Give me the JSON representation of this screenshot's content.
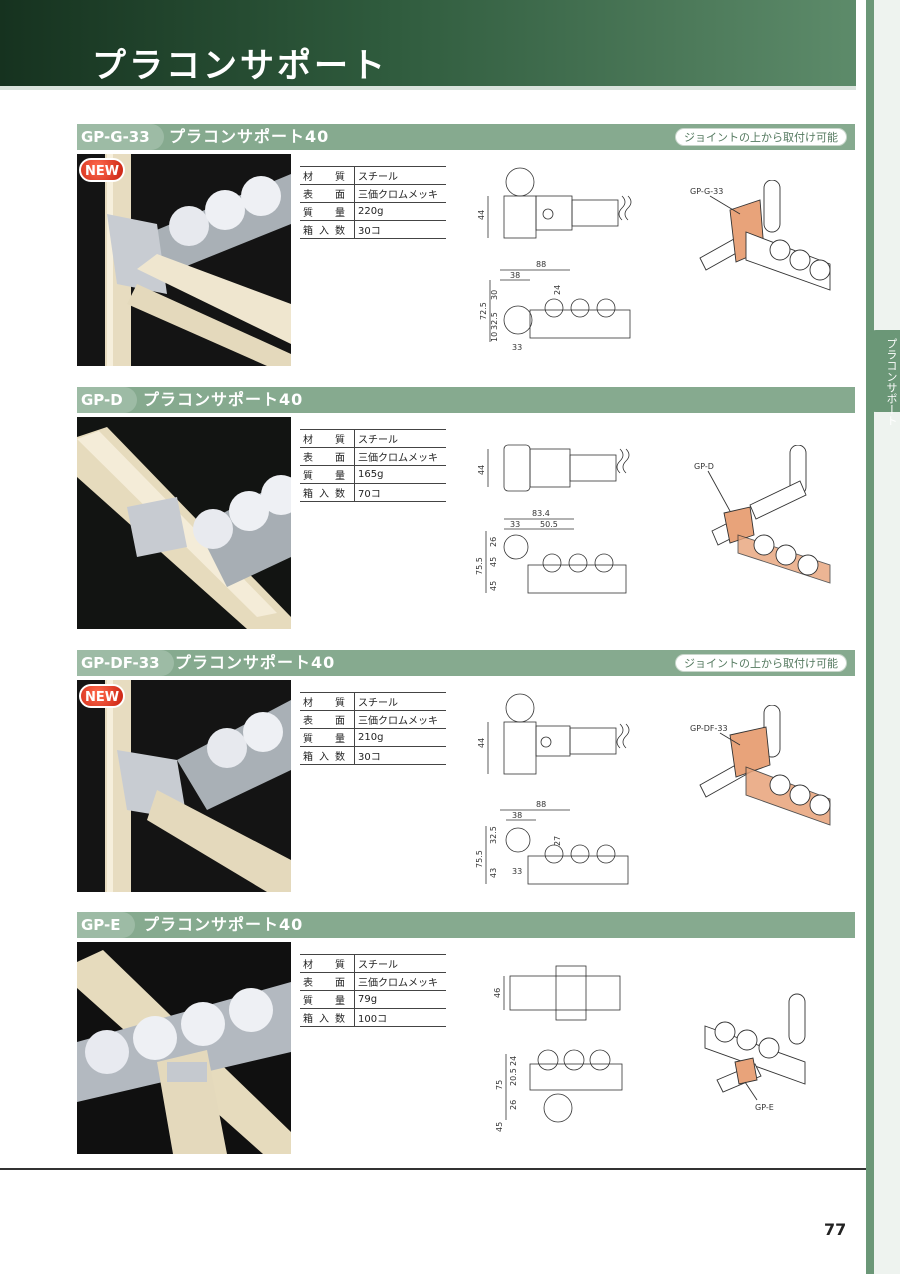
{
  "page": {
    "title": "プラコンサポート",
    "side_tab": "プラコンサポート",
    "page_number": "77"
  },
  "spec_labels": {
    "material": "材　質",
    "surface": "表　面",
    "weight": "質　量",
    "qty": "箱入数"
  },
  "sections": [
    {
      "code": "GP-G-33",
      "name": "プラコンサポート40",
      "note": "ジョイントの上から取付け可能",
      "badge": "NEW",
      "specs": {
        "material": "スチール",
        "surface": "三価クロムメッキ",
        "weight": "220g",
        "qty": "30コ"
      },
      "dims": {
        "h1": "44",
        "w_total": "88",
        "w_pipe": "38",
        "h_total": "72.5",
        "h_a": "30",
        "h_b": "32.5",
        "h_c": "10",
        "h_side": "24",
        "w_base": "33"
      },
      "callout": "GP-G-33"
    },
    {
      "code": "GP-D",
      "name": "プラコンサポート40",
      "note": "",
      "badge": "",
      "specs": {
        "material": "スチール",
        "surface": "三価クロムメッキ",
        "weight": "165g",
        "qty": "70コ"
      },
      "dims": {
        "h1": "44",
        "w_total": "83.4",
        "w_pipe": "33",
        "w_right": "50.5",
        "h_total": "75.5",
        "h_a": "26",
        "h_b": "45",
        "h_c": "45"
      },
      "callout": "GP-D"
    },
    {
      "code": "GP-DF-33",
      "name": "プラコンサポート40",
      "note": "ジョイントの上から取付け可能",
      "badge": "NEW",
      "specs": {
        "material": "スチール",
        "surface": "三価クロムメッキ",
        "weight": "210g",
        "qty": "30コ"
      },
      "dims": {
        "h1": "44",
        "w_total": "88",
        "w_pipe": "38",
        "h_total": "75.5",
        "h_a": "32.5",
        "h_b": "43",
        "h_side": "27",
        "w_base": "33"
      },
      "callout": "GP-DF-33"
    },
    {
      "code": "GP-E",
      "name": "プラコンサポート40",
      "note": "",
      "badge": "",
      "specs": {
        "material": "スチール",
        "surface": "三価クロムメッキ",
        "weight": "79g",
        "qty": "100コ"
      },
      "dims": {
        "h1": "46",
        "h_total": "75",
        "h_a": "24",
        "h_b": "20.5",
        "h_c": "26",
        "h_d": "45"
      },
      "callout": "GP-E"
    }
  ],
  "colors": {
    "banner_dark": "#16321f",
    "section_bar": "#86aa8f",
    "accent_copper": "#e8a37a",
    "badge_red": "#d9321b"
  }
}
